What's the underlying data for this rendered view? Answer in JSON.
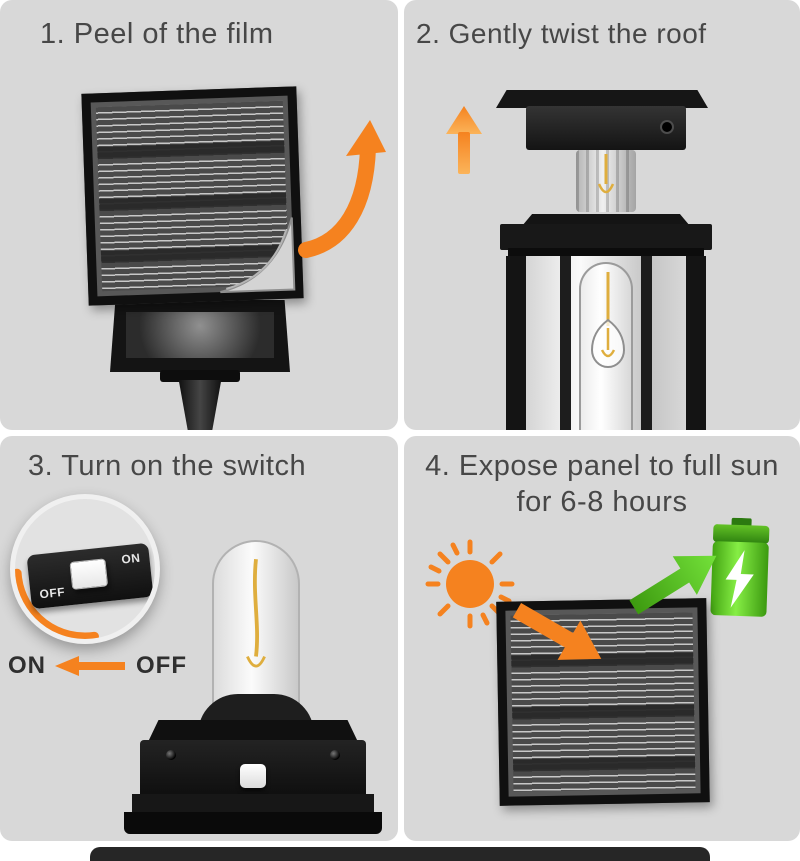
{
  "colors": {
    "accent-orange": "#f5821f",
    "battery-green": "#5ecb1e",
    "arrow-green": "#4db91c",
    "frame-black": "#101010",
    "quad-bg": "#d8d8d8",
    "title-gray": "#474747",
    "filament-yellow": "#dfae3e"
  },
  "steps": [
    {
      "title": "1. Peel of the film"
    },
    {
      "title": "2. Gently twist the roof"
    },
    {
      "title": "3. Turn on the switch"
    },
    {
      "title": "4. Expose panel to full sun for 6-8 hours"
    }
  ],
  "switch_inset": {
    "off": "OFF",
    "on": "ON"
  },
  "switch_legend": {
    "on": "ON",
    "off": "OFF"
  },
  "icons": {
    "peel_arrow": "curved-up-arrow-icon",
    "lift_arrow": "up-arrow-icon",
    "legend_arrow": "left-arrow-icon",
    "sun": "sun-icon",
    "battery": "charging-battery-icon",
    "charge_in": "orange-diagonal-arrow-icon",
    "charge_out": "green-diagonal-arrow-icon"
  }
}
